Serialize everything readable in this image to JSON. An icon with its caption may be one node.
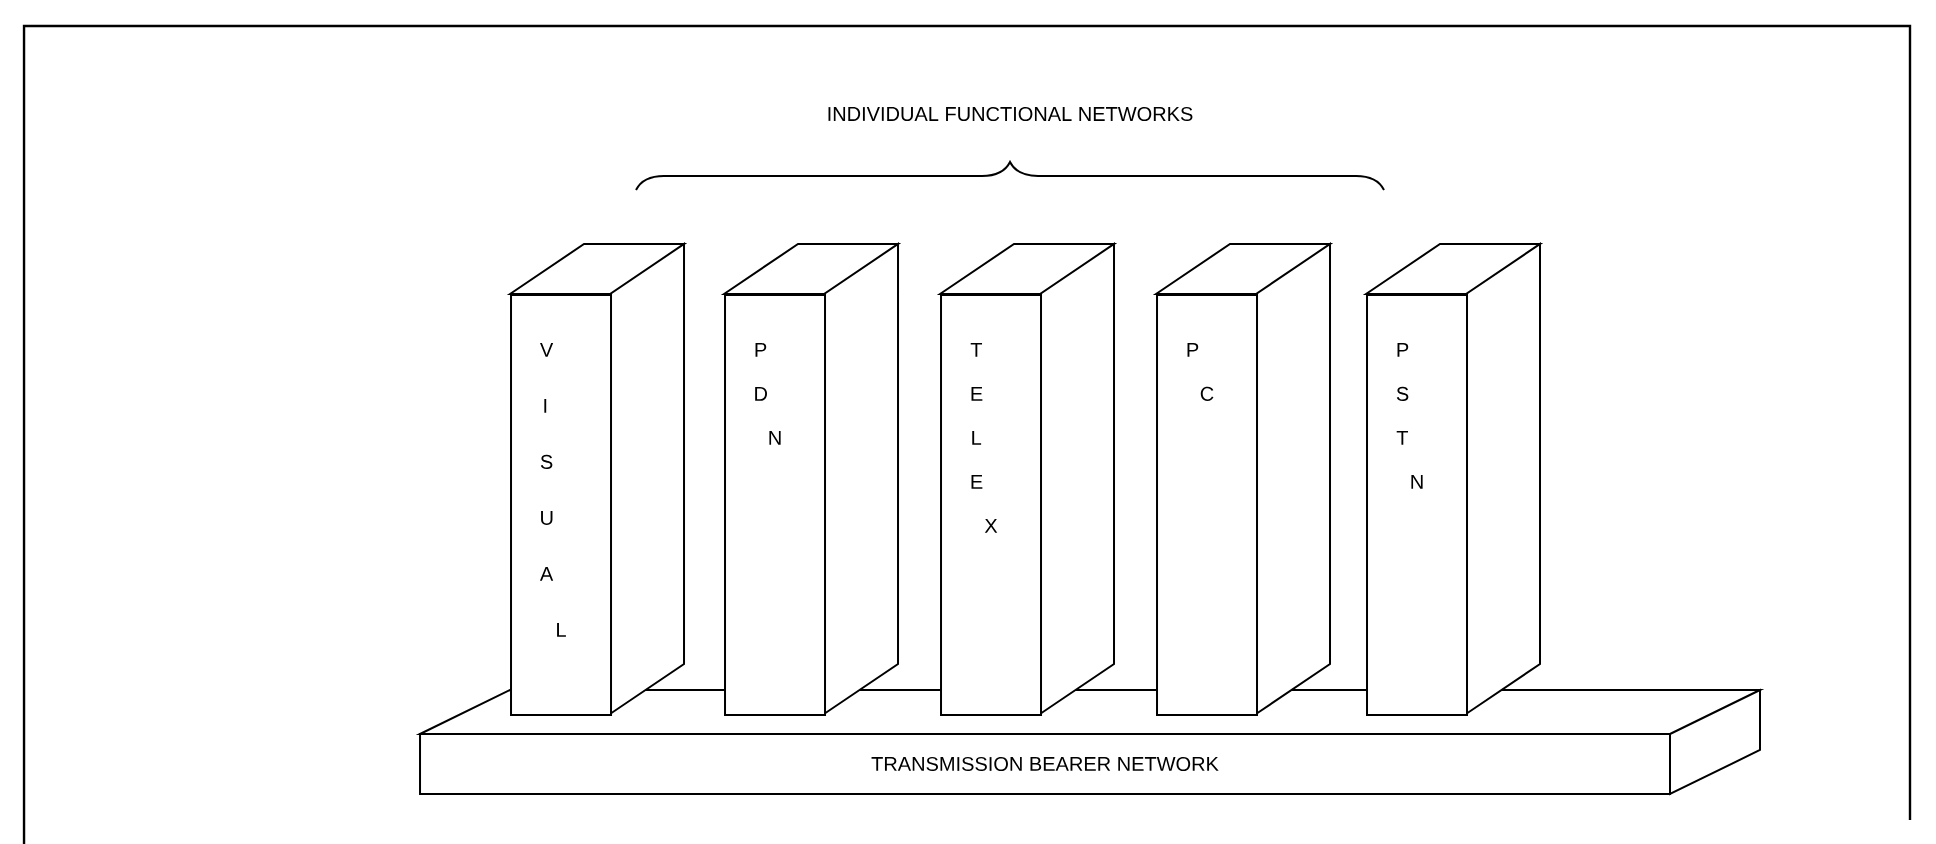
{
  "diagram": {
    "nodes": [
      {
        "text": [
          "TRANSMISSION BEARER NETWORK"
        ]
      },
      {
        "text": [
          "VISUAL"
        ]
      },
      {
        "text": [
          "PDN"
        ]
      },
      {
        "text": [
          "TELEX"
        ]
      },
      {
        "text": [
          "PC"
        ]
      },
      {
        "text": [
          "PSTN"
        ]
      }
    ],
    "edges": [],
    "labels": [
      "INDIVIDUAL FUNCTIONAL NETWORKS"
    ]
  }
}
